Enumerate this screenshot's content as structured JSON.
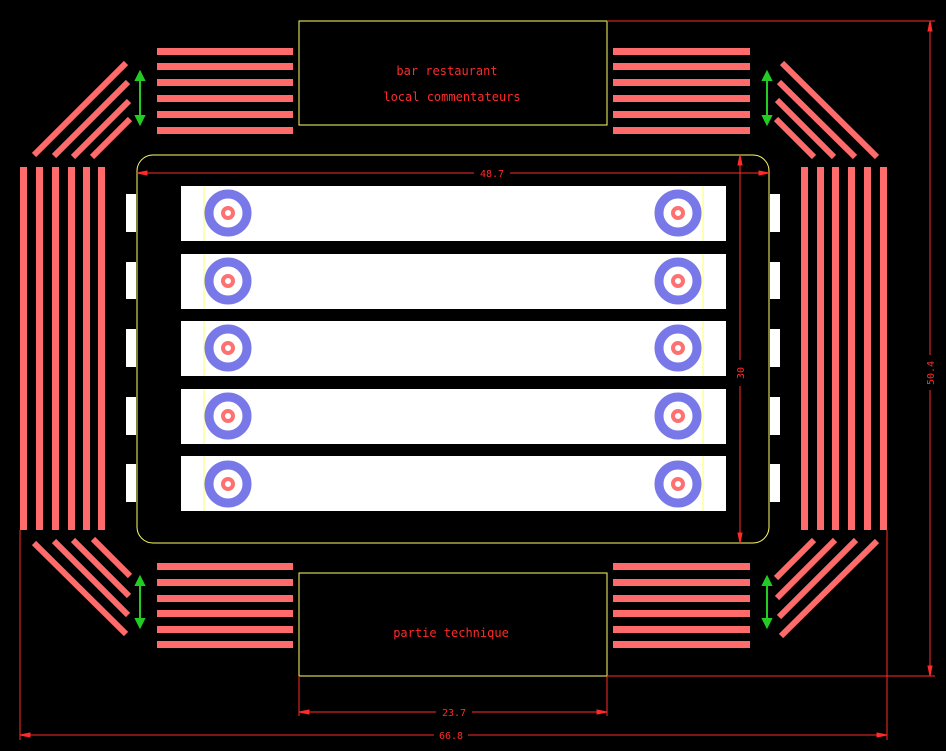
{
  "rooms": {
    "top_line1": "bar restaurant",
    "top_line2": "local commentateurs",
    "bottom": "partie technique"
  },
  "dimensions": {
    "rink_width": "48.7",
    "rink_height": "30",
    "total_height": "50.4",
    "room_width": "23.7",
    "total_width": "66.8"
  },
  "sheets": {
    "count": 5
  },
  "colors": {
    "background": "#000000",
    "seats": "#ff6b6b",
    "dimension": "#ff2a2a",
    "outline": "#ffff66",
    "ice": "#ffffff",
    "house_outer": "#7878e8",
    "house_inner": "#ff7070",
    "arrow": "#22cc22"
  }
}
